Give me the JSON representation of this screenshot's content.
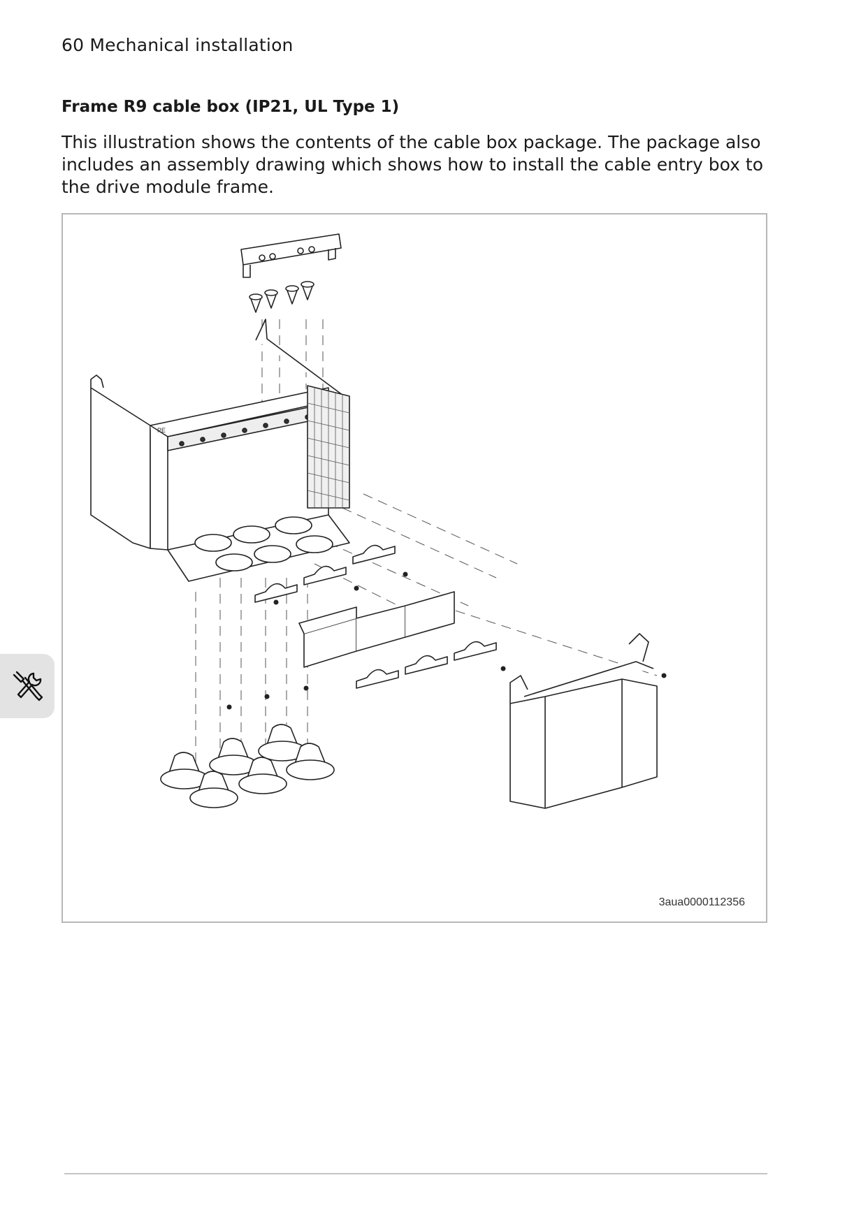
{
  "page": {
    "header": "60 Mechanical installation",
    "section_title": "Frame R9 cable box (IP21, UL Type 1)",
    "intro": "This illustration shows the contents of the cable box package. The package also includes an assembly drawing which shows how to install the cable entry box to the drive module frame."
  },
  "figure": {
    "code": "3aua0000112356",
    "label_pe": "PE"
  },
  "side_tab": {
    "icon": "wrench-screwdriver-icon"
  }
}
